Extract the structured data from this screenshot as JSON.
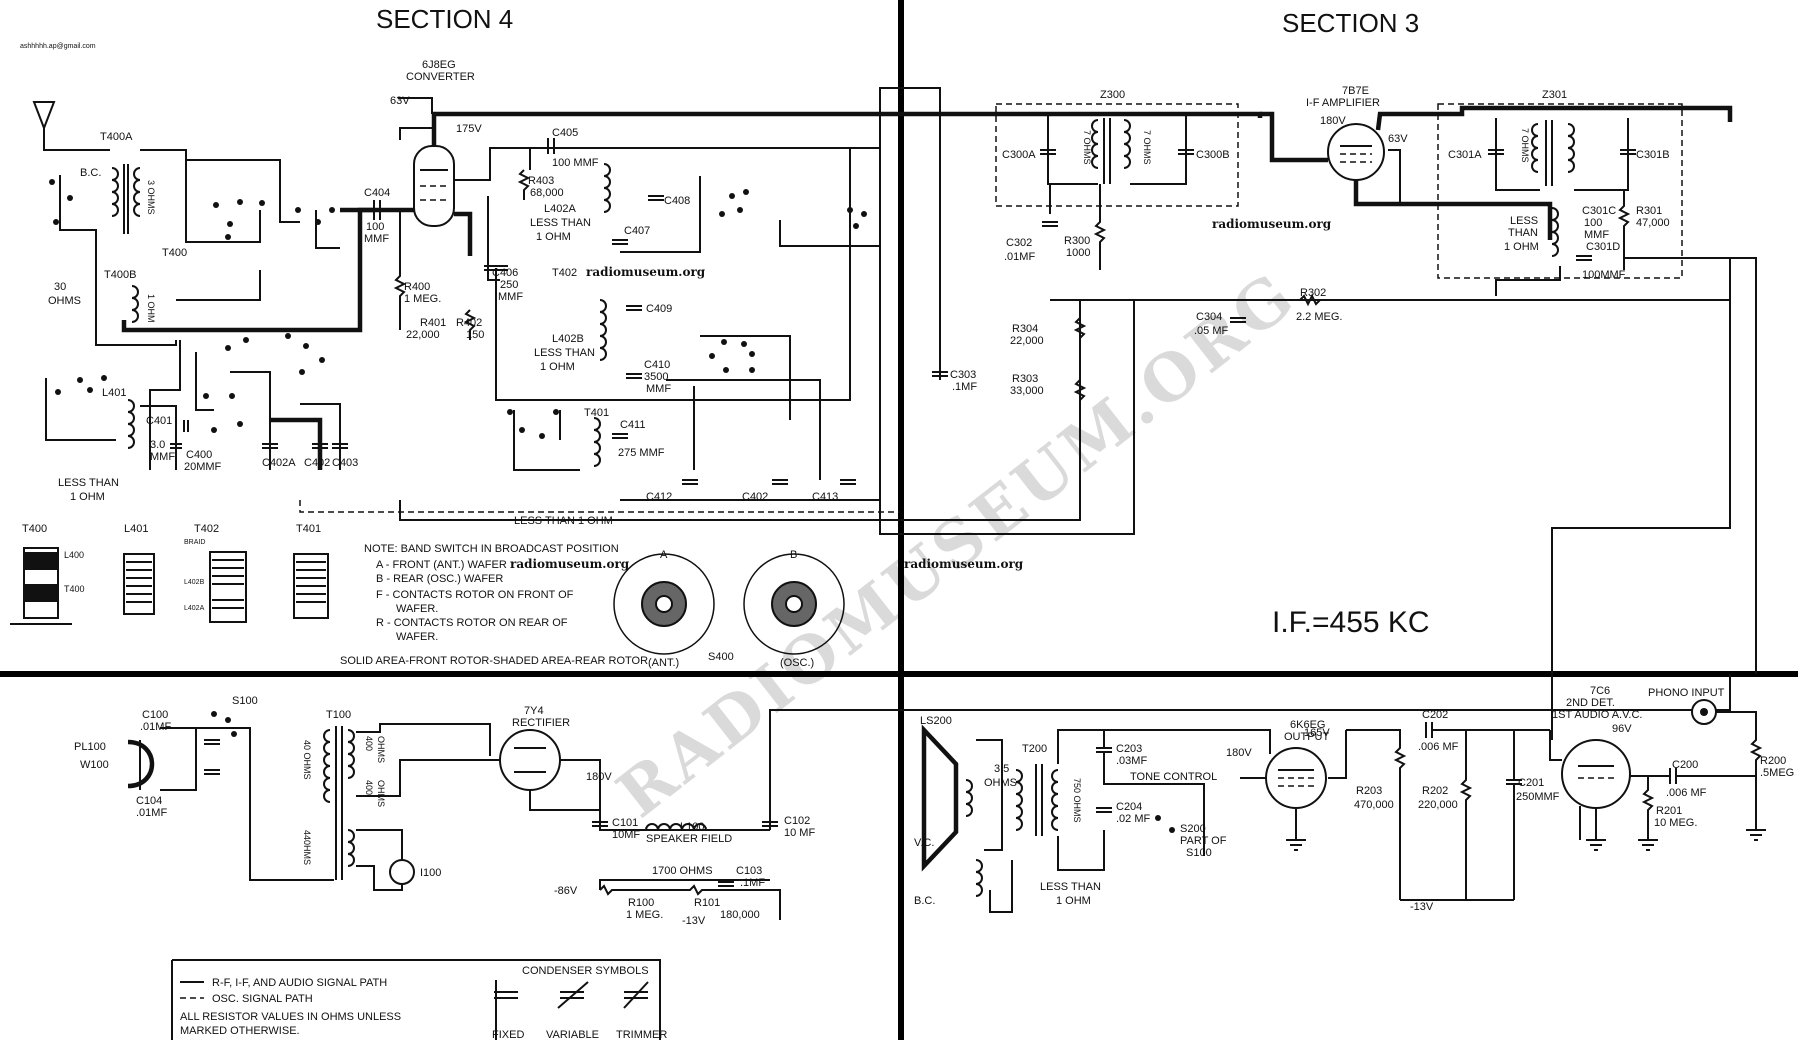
{
  "headings": {
    "section4": "SECTION 4",
    "section3": "SECTION 3",
    "email": "ashhhhh.ap@gmail.com",
    "if_freq": "I.F.=455 KC"
  },
  "watermarks": {
    "big": "RADIOMUSEUM.ORG",
    "small": "radiomuseum.org"
  },
  "tubes": {
    "v_6j8eg": {
      "type": "6J8EG",
      "function": "CONVERTER"
    },
    "v_7b7e": {
      "type": "7B7E",
      "function": "I-F AMPLIFIER"
    },
    "v_7y4": {
      "type": "7Y4",
      "function": "RECTIFIER"
    },
    "v_6k6eg": {
      "type": "6K6EG",
      "function": "OUTPUT"
    },
    "v_7c6": {
      "type": "7C6",
      "function1": "2ND DET.",
      "function2": "1ST AUDIO A.V.C."
    }
  },
  "voltages": {
    "v63a": "63V",
    "v175": "175V",
    "v180a": "180V",
    "v63b": "63V",
    "v180b": "180V",
    "v165": "165V",
    "v180c": "180V",
    "v96": "96V",
    "vm86": "-86V",
    "vm13a": "-13V",
    "vm13b": "-13V"
  },
  "components": {
    "t400a": "T400A",
    "t400": "T400",
    "t400b": "T400B",
    "bc": "B.C.",
    "ohms3": "3 OHMS",
    "ohm1": "1 OHM",
    "ohms30": "30",
    "ohms30b": "OHMS",
    "c404": "C404",
    "c404v": "100",
    "c404u": "MMF",
    "r400": "R400",
    "r400v": "1 MEG.",
    "r401": "R401",
    "r401v": "22,000",
    "r402": "R402",
    "r402v": "150",
    "c405": "C405",
    "c405v": "100 MMF",
    "r403": "R403",
    "r403v": "68,000",
    "l402a": "L402A",
    "lt1a": "LESS THAN",
    "lt1b": "1 OHM",
    "c408": "C408",
    "c407": "C407",
    "t402": "T402",
    "c406": "C406",
    "c406v": "250",
    "c406u": "MMF",
    "c409": "C409",
    "l402b": "L402B",
    "lt2a": "LESS THAN",
    "lt2b": "1 OHM",
    "c410": "C410",
    "c410v": "3500",
    "c410u": "MMF",
    "t401": "T401",
    "c411": "C411",
    "c411v": "275 MMF",
    "c412": "C412",
    "c402b": "C402",
    "c413": "C413",
    "lt3": "LESS THAN 1 OHM",
    "l401": "L401",
    "c401": "C401",
    "c401v": "3.0",
    "c401u": "MMF",
    "c400": "C400",
    "c400v": "20MMF",
    "c402a": "C402A",
    "c402": "C402",
    "c403": "C403",
    "lt4a": "LESS THAN",
    "lt4b": "1 OHM",
    "z300": "Z300",
    "z301": "Z301",
    "c300a": "C300A",
    "c300b": "C300B",
    "ohm7a": "7 OHMS",
    "ohm7b": "7 OHMS",
    "c301a": "C301A",
    "c301b": "C301B",
    "ohm7c": "7 OHMS",
    "c302": "C302",
    "c302v": ".01MF",
    "r300": "R300",
    "r300v": "1000",
    "r302": "R302",
    "r302v": "2.2 MEG.",
    "c304": "C304",
    "c304v": ".05 MF",
    "r304": "R304",
    "r304v": "22,000",
    "r303": "R303",
    "r303v": "33,000",
    "c303": "C303",
    "c303v": ".1MF",
    "c301c": "C301C",
    "c301cv": "100",
    "c301cu": "MMF",
    "c301d": "C301D",
    "c301dv": "100MMF",
    "r301": "R301",
    "r301v": "47,000",
    "lt5a": "LESS",
    "lt5b": "THAN",
    "lt5c": "1 OHM",
    "s100": "S100",
    "c100": "C100",
    "c100v": ".01MF",
    "pl100": "PL100",
    "w100": "W100",
    "c104": "C104",
    "c104v": ".01MF",
    "t100": "T100",
    "o40": "40 OHMS",
    "o400a": "400",
    "o400b": "OHMS",
    "o400c": "400",
    "o400d": "OHMS",
    "o440": "440HMS",
    "i100": "I100",
    "c101": "C101",
    "c101v": "10MF",
    "l100": "L100",
    "l100d": "SPEAKER FIELD",
    "l100v": "1700 OHMS",
    "c102": "C102",
    "c102v": "10 MF",
    "c103": "C103",
    "c103v": ".1MF",
    "r100": "R100",
    "r100v": "1 MEG.",
    "r101": "R101",
    "r101v": "180,000",
    "ls200": "LS200",
    "vc": "V.C.",
    "bc2": "B.C.",
    "o35a": "3.5",
    "o35b": "OHMS",
    "t200": "T200",
    "o750": "750 OHMS",
    "lt6a": "LESS THAN",
    "lt6b": "1 OHM",
    "c203": "C203",
    "c203v": ".03MF",
    "tone": "TONE CONTROL",
    "c204": "C204",
    "c204v": ".02 MF",
    "s200": "S200",
    "s200a": "PART OF",
    "s200b": "S100",
    "r203": "R203",
    "r203v": "470,000",
    "c202": "C202",
    "c202v": ".006 MF",
    "r202": "R202",
    "r202v": "220,000",
    "c201": "C201",
    "c201v": "250MMF",
    "phono": "PHONO INPUT",
    "c200": "C200",
    "c200v": ".006 MF",
    "r201": "R201",
    "r201v": "10 MEG.",
    "r200": "R200",
    "r200v": ".5MEG"
  },
  "notes": {
    "n1": "NOTE: BAND SWITCH IN BROADCAST POSITION",
    "n2": "A - FRONT (ANT.) WAFER",
    "n3": "B - REAR (OSC.) WAFER",
    "n4": "F - CONTACTS ROTOR ON FRONT OF",
    "n5": "WAFER.",
    "n6": "R - CONTACTS ROTOR ON REAR OF",
    "n7": "WAFER.",
    "n8": "SOLID AREA-FRONT ROTOR-SHADED AREA-REAR ROTOR",
    "wafer_a": "A",
    "wafer_b": "B",
    "ant": "(ANT.)",
    "osc": "(OSC.)",
    "s400": "S400"
  },
  "coil_views": {
    "t400": "T400",
    "l401": "L401",
    "t402": "T402",
    "t401": "T401",
    "l400": "L400",
    "t400b": "T400",
    "braid": "BRAID",
    "l402b": "L402B",
    "l402a": "L402A"
  },
  "legend": {
    "line1": "R-F, I-F, AND AUDIO SIGNAL PATH",
    "line2": "OSC. SIGNAL PATH",
    "line3": "ALL RESISTOR VALUES IN OHMS UNLESS",
    "line4": "MARKED OTHERWISE.",
    "title": "CONDENSER SYMBOLS",
    "fixed": "FIXED",
    "variable": "VARIABLE",
    "trimmer": "TRIMMER"
  }
}
